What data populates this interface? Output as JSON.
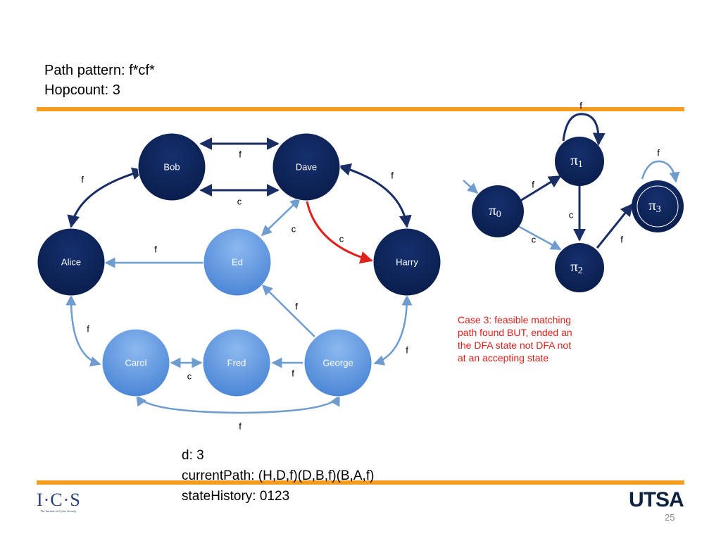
{
  "header": {
    "line1": "Path pattern: f*cf*",
    "line2": "Hopcount: 3"
  },
  "colors": {
    "rule": "#f39c1e",
    "dark_node": "#0c2459",
    "light_node": "#5b95de",
    "dark_edge": "#1a2e66",
    "light_edge": "#6e9ccf",
    "highlight_edge": "#e0201b",
    "case_text": "#e0201b"
  },
  "graph": {
    "nodes": {
      "bob": "Bob",
      "dave": "Dave",
      "alice": "Alice",
      "ed": "Ed",
      "harry": "Harry",
      "carol": "Carol",
      "fred": "Fred",
      "george": "George"
    },
    "edge_labels": {
      "bob_dave_top": "f",
      "bob_dave_bottom": "c",
      "bob_alice": "f",
      "dave_harry": "f",
      "dave_ed": "c",
      "dave_harry_red": "c",
      "ed_alice": "f",
      "george_ed": "f",
      "alice_carol": "f",
      "carol_fred": "c",
      "george_fred": "f",
      "george_harry": "f",
      "carol_george": "f"
    }
  },
  "dfa": {
    "states": {
      "pi0": "π",
      "pi0_sub": "0",
      "pi1": "π",
      "pi1_sub": "1",
      "pi2": "π",
      "pi2_sub": "2",
      "pi3": "π",
      "pi3_sub": "3"
    },
    "edge_labels": {
      "loop1": "f",
      "loop3": "f",
      "p0_p1": "f",
      "p0_p2": "c",
      "p1_p2": "c",
      "p2_p3": "f"
    }
  },
  "case_text": {
    "line1": "Case 3: feasible matching",
    "line2": "path found BUT, ended an",
    "line3": "the DFA state not DFA not",
    "line4": "at an accepting state"
  },
  "state": {
    "d": "d: 3",
    "current_path": "currentPath: (H,D,f)(D,B,f)(B,A,f)",
    "state_history": "stateHistory: 0123"
  },
  "logos": {
    "ics_mark": "I·C·S",
    "ics_sub": "The Institute for Cyber Security",
    "utsa": "UTSA"
  },
  "page_number": "25"
}
